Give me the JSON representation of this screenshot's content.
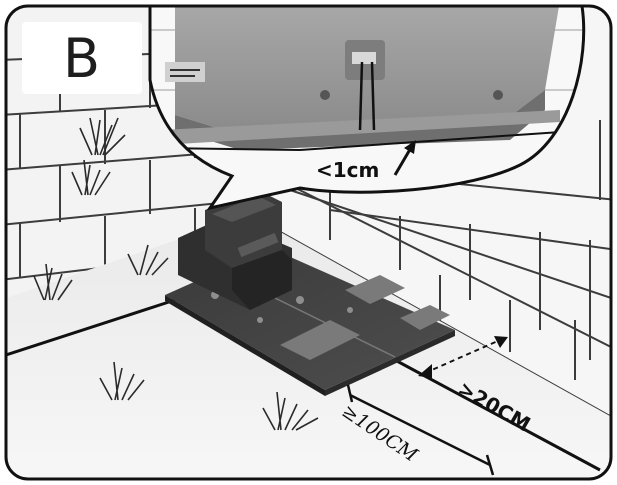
{
  "diagram": {
    "panel_letter": "B",
    "measurements": {
      "gap_under_station": "<1cm",
      "side_clearance": ">20CM",
      "front_clearance": "≥100CM"
    }
  }
}
